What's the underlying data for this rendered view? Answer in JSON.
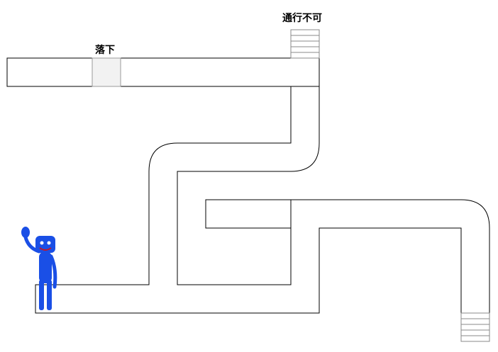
{
  "labels": {
    "fall": "落下",
    "blocked": "通行不可"
  },
  "colors": {
    "path_stroke": "#000000",
    "path_fill": "#ffffff",
    "fall_tile": "#f2f2f2",
    "blocked_stripes": "#eeeeee",
    "character": "#1a4fe6",
    "character_face": "#c0182b"
  },
  "icons": {
    "character": "blue-furry-character",
    "fall": "fall-tile",
    "blocked": "barrier-stack"
  }
}
